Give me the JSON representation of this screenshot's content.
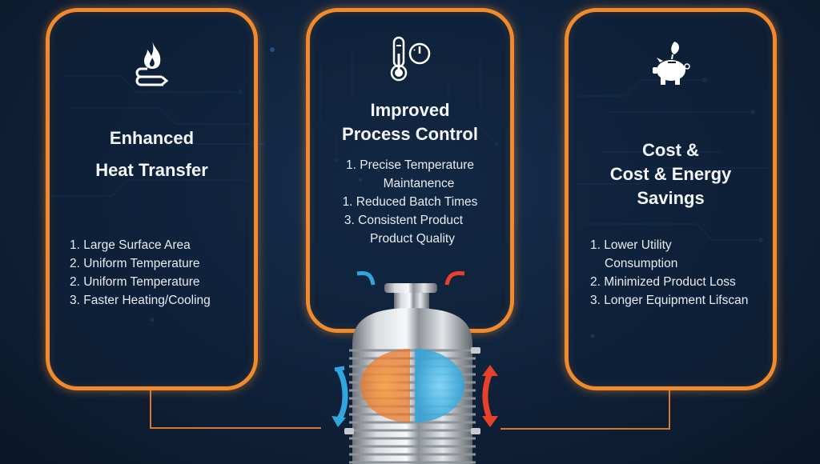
{
  "cards": [
    {
      "icon": "flame-heat-transfer-icon",
      "title_lines": [
        "Enhanced",
        "Heat Transfer"
      ],
      "items": [
        "1. Large Surface Area",
        "2. Uniform Temperature",
        "2. Uniform Temperature",
        "3. Faster Heating/Cooling"
      ]
    },
    {
      "icon": "thermometer-gauge-icon",
      "title_lines": [
        "Improved",
        "Process Control"
      ],
      "items": [
        "1. Precise Temperature",
        "Maintanence",
        "1. Reduced Batch Times",
        "3. Consistent Product",
        "Product Quality"
      ]
    },
    {
      "icon": "piggy-bank-leaf-icon",
      "title_lines": [
        "Cost &",
        "Cost & Energy",
        "Savings"
      ],
      "items": [
        "1. Lower Utility",
        "Consumption",
        "2. Minimized Product Loss",
        "3. Longer Equipment Lifscan"
      ]
    }
  ],
  "colors": {
    "accent_orange": "#f08a2c",
    "background": "#0f2139",
    "hot": "#e8412a",
    "cold": "#2fa6e0"
  },
  "illustration": {
    "name": "jacketed-vessel-heat-exchanger",
    "arrows": [
      "cold-inlet-arrow",
      "hot-outlet-arrow",
      "cold-circulation-arrow",
      "hot-circulation-arrow"
    ]
  }
}
